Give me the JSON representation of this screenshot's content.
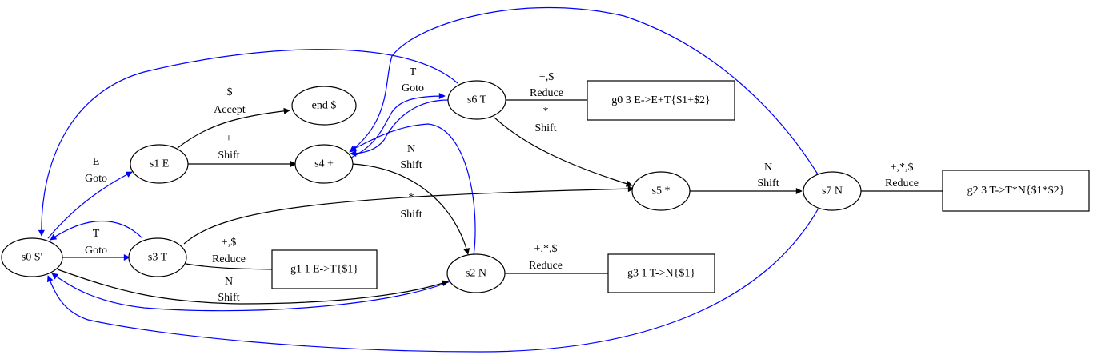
{
  "diagram": {
    "colors": {
      "shift": "#000000",
      "goto": "#0000ff",
      "reduce": "#000000",
      "outline": "#000000"
    },
    "states": {
      "s0": "s0 S'",
      "s1": "s1 E",
      "s2": "s2 N",
      "s3": "s3 T",
      "s4": "s4 +",
      "s5": "s5 *",
      "s6": "s6 T",
      "s7": "s7 N",
      "end": "end $"
    },
    "reductions": {
      "g0": "g0 3 E->E+T{$1+$2}",
      "g1": "g1 1 E->T{$1}",
      "g2": "g2 3 T->T*N{$1*$2}",
      "g3": "g3 1 T->N{$1}"
    },
    "edges": {
      "s1_end": {
        "symbol": "$",
        "action": "Accept"
      },
      "s1_s4": {
        "symbol": "+",
        "action": "Shift"
      },
      "s0_s1": {
        "symbol": "E",
        "action": "Goto"
      },
      "s0_s3": {
        "symbol": "T",
        "action": "Goto"
      },
      "s4_s6": {
        "symbol": "T",
        "action": "Goto"
      },
      "s4_s2": {
        "symbol": "N",
        "action": "Shift"
      },
      "s3_s5": {
        "symbol": "*",
        "action": "Shift"
      },
      "s0_s2": {
        "symbol": "N",
        "action": "Shift"
      },
      "s6_s5": {
        "symbol": "*",
        "action": "Shift"
      },
      "s5_s7": {
        "symbol": "N",
        "action": "Shift"
      },
      "s6_g0": {
        "symbol": "+,$",
        "action": "Reduce"
      },
      "s3_g1": {
        "symbol": "+,$",
        "action": "Reduce"
      },
      "s2_g3": {
        "symbol": "+,*,$",
        "action": "Reduce"
      },
      "s7_g2": {
        "symbol": "+,*,$",
        "action": "Reduce"
      }
    }
  }
}
